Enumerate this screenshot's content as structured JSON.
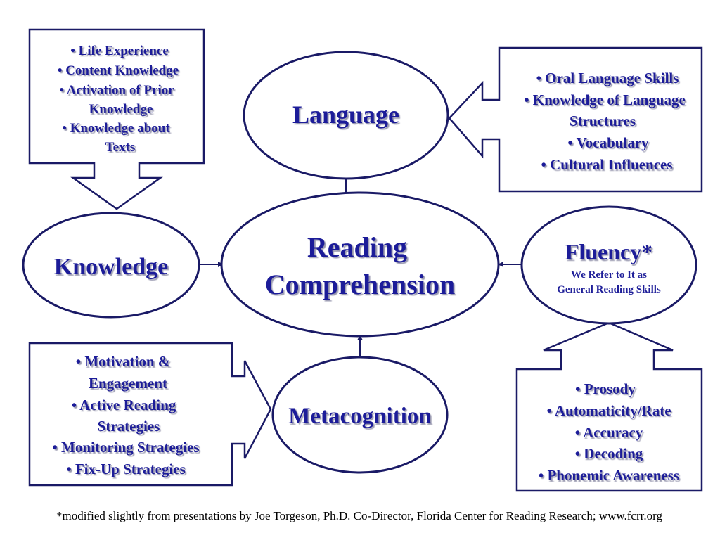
{
  "colors": {
    "outline": "#1a1a66",
    "text": "#1f1f99",
    "shadow": "#9a9ab0",
    "background": "#ffffff"
  },
  "nodes": {
    "center": {
      "line1": "Reading",
      "line2": "Comprehension"
    },
    "language": {
      "label": "Language"
    },
    "knowledge": {
      "label": "Knowledge"
    },
    "fluency": {
      "label": "Fluency*",
      "sub1": "We Refer to It as",
      "sub2": "General Reading Skills"
    },
    "metacognition": {
      "label": "Metacognition"
    }
  },
  "boxes": {
    "knowledge_box": {
      "lines": [
        "• Life Experience",
        "• Content Knowledge",
        "• Activation of Prior",
        "Knowledge",
        "• Knowledge about",
        "Texts"
      ]
    },
    "language_box": {
      "lines": [
        "• Oral Language Skills",
        "• Knowledge of Language",
        "Structures",
        "• Vocabulary",
        "• Cultural Influences"
      ]
    },
    "metacognition_box": {
      "lines": [
        "• Motivation &",
        "Engagement",
        "• Active Reading",
        "Strategies",
        "• Monitoring Strategies",
        "• Fix-Up Strategies"
      ]
    },
    "fluency_box": {
      "lines": [
        "• Prosody",
        "• Automaticity/Rate",
        "• Accuracy",
        "• Decoding",
        "• Phonemic Awareness"
      ]
    }
  },
  "footnote": "*modified slightly from presentations by Joe Torgeson, Ph.D. Co-Director, Florida Center for Reading Research; www.fcrr.org"
}
